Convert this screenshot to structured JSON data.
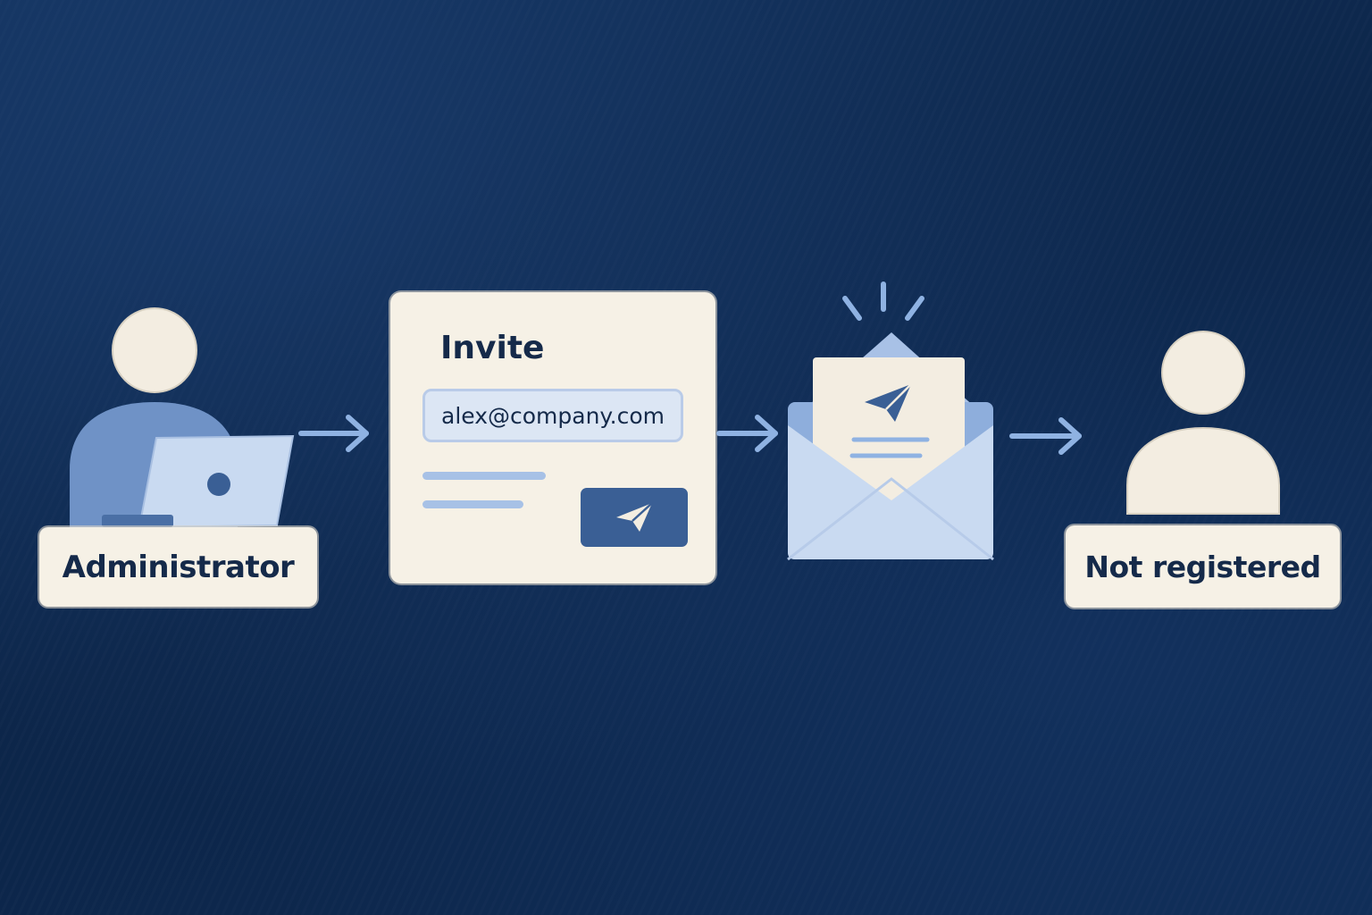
{
  "nodes": {
    "administrator": {
      "label": "Administrator"
    },
    "invite": {
      "title": "Invite",
      "email_value": "alex@company.com",
      "send_icon": "paper-plane-icon"
    },
    "envelope": {
      "icon": "envelope-with-letter-icon"
    },
    "recipient": {
      "label": "Not registered"
    }
  },
  "colors": {
    "background": "#0f2a50",
    "card": "#f6f1e6",
    "accent_light": "#a7c1e6",
    "accent_dark": "#3a5f95",
    "text": "#152a4a"
  }
}
